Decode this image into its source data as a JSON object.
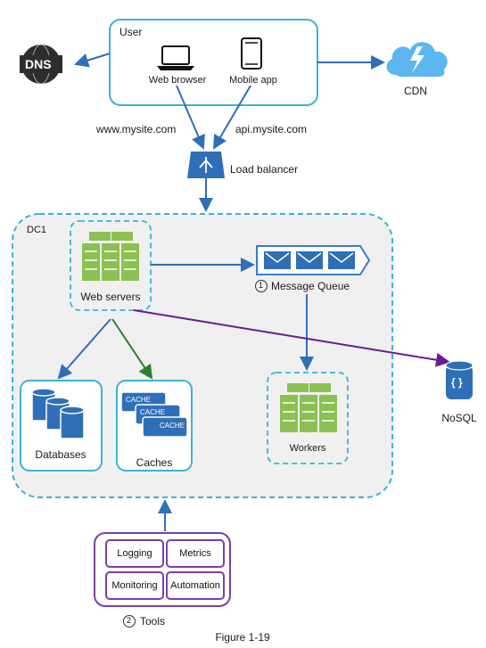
{
  "user": {
    "title": "User",
    "web_browser": "Web browser",
    "mobile_app": "Mobile app"
  },
  "dns": {
    "label": "DNS"
  },
  "cdn": {
    "label": "CDN"
  },
  "domains": {
    "www": "www.mysite.com",
    "api": "api.mysite.com"
  },
  "load_balancer": {
    "label": "Load balancer"
  },
  "dc1": {
    "label": "DC1"
  },
  "web_servers": {
    "label": "Web servers"
  },
  "message_queue": {
    "number": "1",
    "label": "Message Queue"
  },
  "databases": {
    "label": "Databases"
  },
  "caches": {
    "label": "Caches",
    "cache_word": "CACHE"
  },
  "workers": {
    "label": "Workers"
  },
  "nosql": {
    "label": "NoSQL",
    "glyph": "{ }"
  },
  "tools": {
    "number": "2",
    "label": "Tools",
    "items": [
      "Logging",
      "Metrics",
      "Monitoring",
      "Automation"
    ]
  },
  "caption": "Figure 1-19",
  "colors": {
    "cyan_border": "#3bb3d6",
    "blue": "#2f6fb7",
    "green": "#8cc152",
    "purple": "#6a1b9a",
    "dark_green": "#2e7d32",
    "gray_fill": "#f0f0f0"
  }
}
